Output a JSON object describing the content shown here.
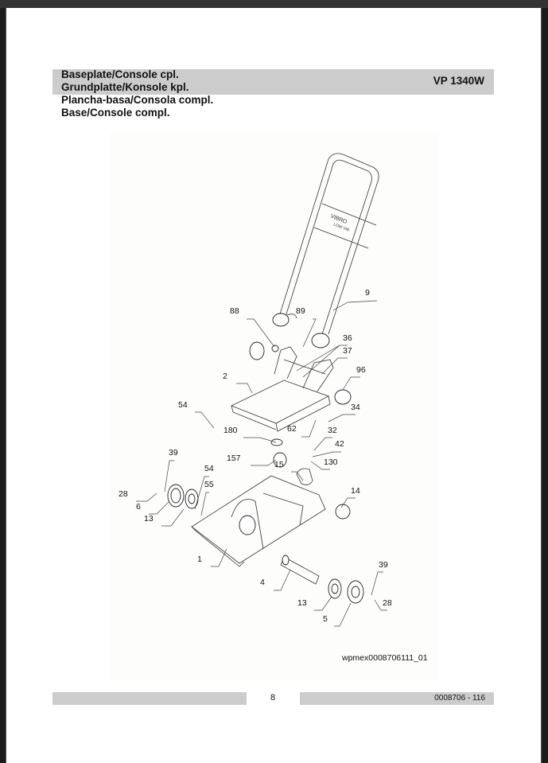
{
  "header": {
    "titles": [
      "Baseplate/Console cpl.",
      "Grundplatte/Konsole kpl.",
      "Plancha-basa/Consola compl.",
      "Base/Console compl."
    ],
    "model": "VP 1340W"
  },
  "diagram": {
    "handle_decal": [
      "VIBRO",
      "LOW VIB"
    ],
    "figure_id": "wpmex0008706111_01",
    "callouts": [
      "9",
      "88",
      "89",
      "36",
      "37",
      "96",
      "2",
      "54",
      "34",
      "62",
      "180",
      "32",
      "42",
      "130",
      "157",
      "15",
      "39",
      "28",
      "6",
      "13",
      "54",
      "55",
      "14",
      "1",
      "4",
      "39",
      "13",
      "28",
      "5"
    ]
  },
  "footer": {
    "page_number": "8",
    "document_number": "0008706 - 116"
  }
}
